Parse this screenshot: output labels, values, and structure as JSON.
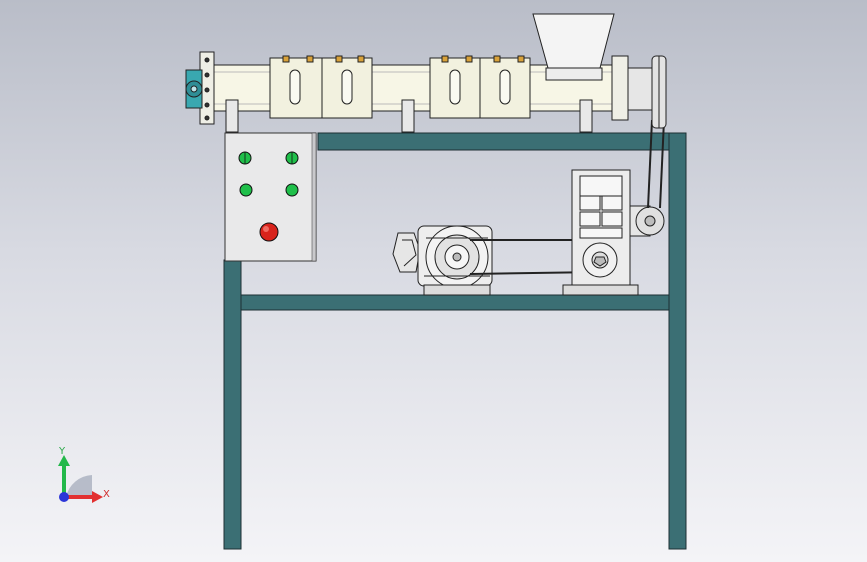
{
  "view": {
    "title": "",
    "background_top": "#b9bdc8",
    "background_bottom": "#f4f4f7"
  },
  "colors": {
    "frame": "#3b6f74",
    "frame_edge": "#1d2f33",
    "barrel": "#f7f6e6",
    "control_box": "#e9e9ea",
    "green_button": "#1fbf4a",
    "red_button": "#d8231c",
    "axis_x": "#e23030",
    "axis_y": "#22b84a",
    "axis_origin": "#2b35d8"
  },
  "control_panel": {
    "buttons": [
      {
        "color": "green",
        "marker": "indicator-light"
      },
      {
        "color": "green",
        "marker": "indicator-light"
      },
      {
        "color": "green",
        "marker": "start-button"
      },
      {
        "color": "green",
        "marker": "start-button"
      },
      {
        "color": "red",
        "marker": "emergency-stop"
      }
    ]
  },
  "triad": {
    "x_label": "X",
    "y_label": "Y"
  }
}
